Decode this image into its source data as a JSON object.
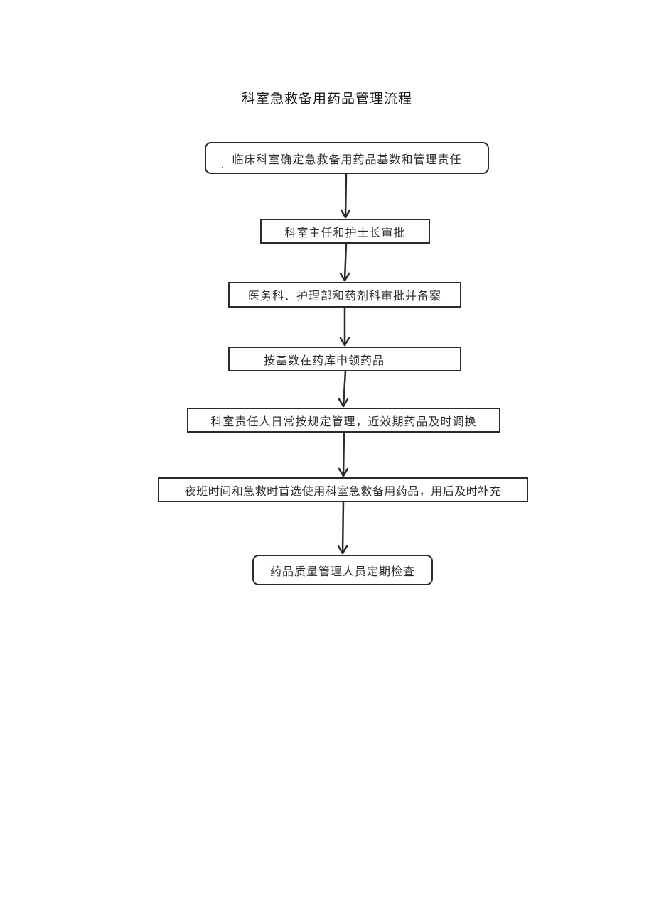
{
  "document": {
    "title": "科室急救备用药品管理流程"
  },
  "flowchart": {
    "steps": [
      {
        "id": 1,
        "label": "临床科室确定急救备用药品基数和管理责任",
        "shape": "rounded-rectangle"
      },
      {
        "id": 2,
        "label": "科室主任和护士长审批",
        "shape": "rectangle"
      },
      {
        "id": 3,
        "label": "医务科、护理部和药剂科审批并备案",
        "shape": "rectangle"
      },
      {
        "id": 4,
        "label": "按基数在药库申领药品",
        "shape": "rectangle"
      },
      {
        "id": 5,
        "label": "科室责任人日常按规定管理，近效期药品及时调换",
        "shape": "rectangle"
      },
      {
        "id": 6,
        "label": "夜班时间和急救时首选使用科室急救备用药品，用后及时补充",
        "shape": "rectangle"
      },
      {
        "id": 7,
        "label": "药品质量管理人员定期检查",
        "shape": "rounded-rectangle"
      }
    ],
    "edges": [
      {
        "from": 1,
        "to": 2
      },
      {
        "from": 2,
        "to": 3
      },
      {
        "from": 3,
        "to": 4
      },
      {
        "from": 4,
        "to": 5
      },
      {
        "from": 5,
        "to": 6
      },
      {
        "from": 6,
        "to": 7
      }
    ],
    "colors": {
      "stroke": "#2a2a2a",
      "background": "#ffffff",
      "text": "#2b2b2b"
    }
  }
}
